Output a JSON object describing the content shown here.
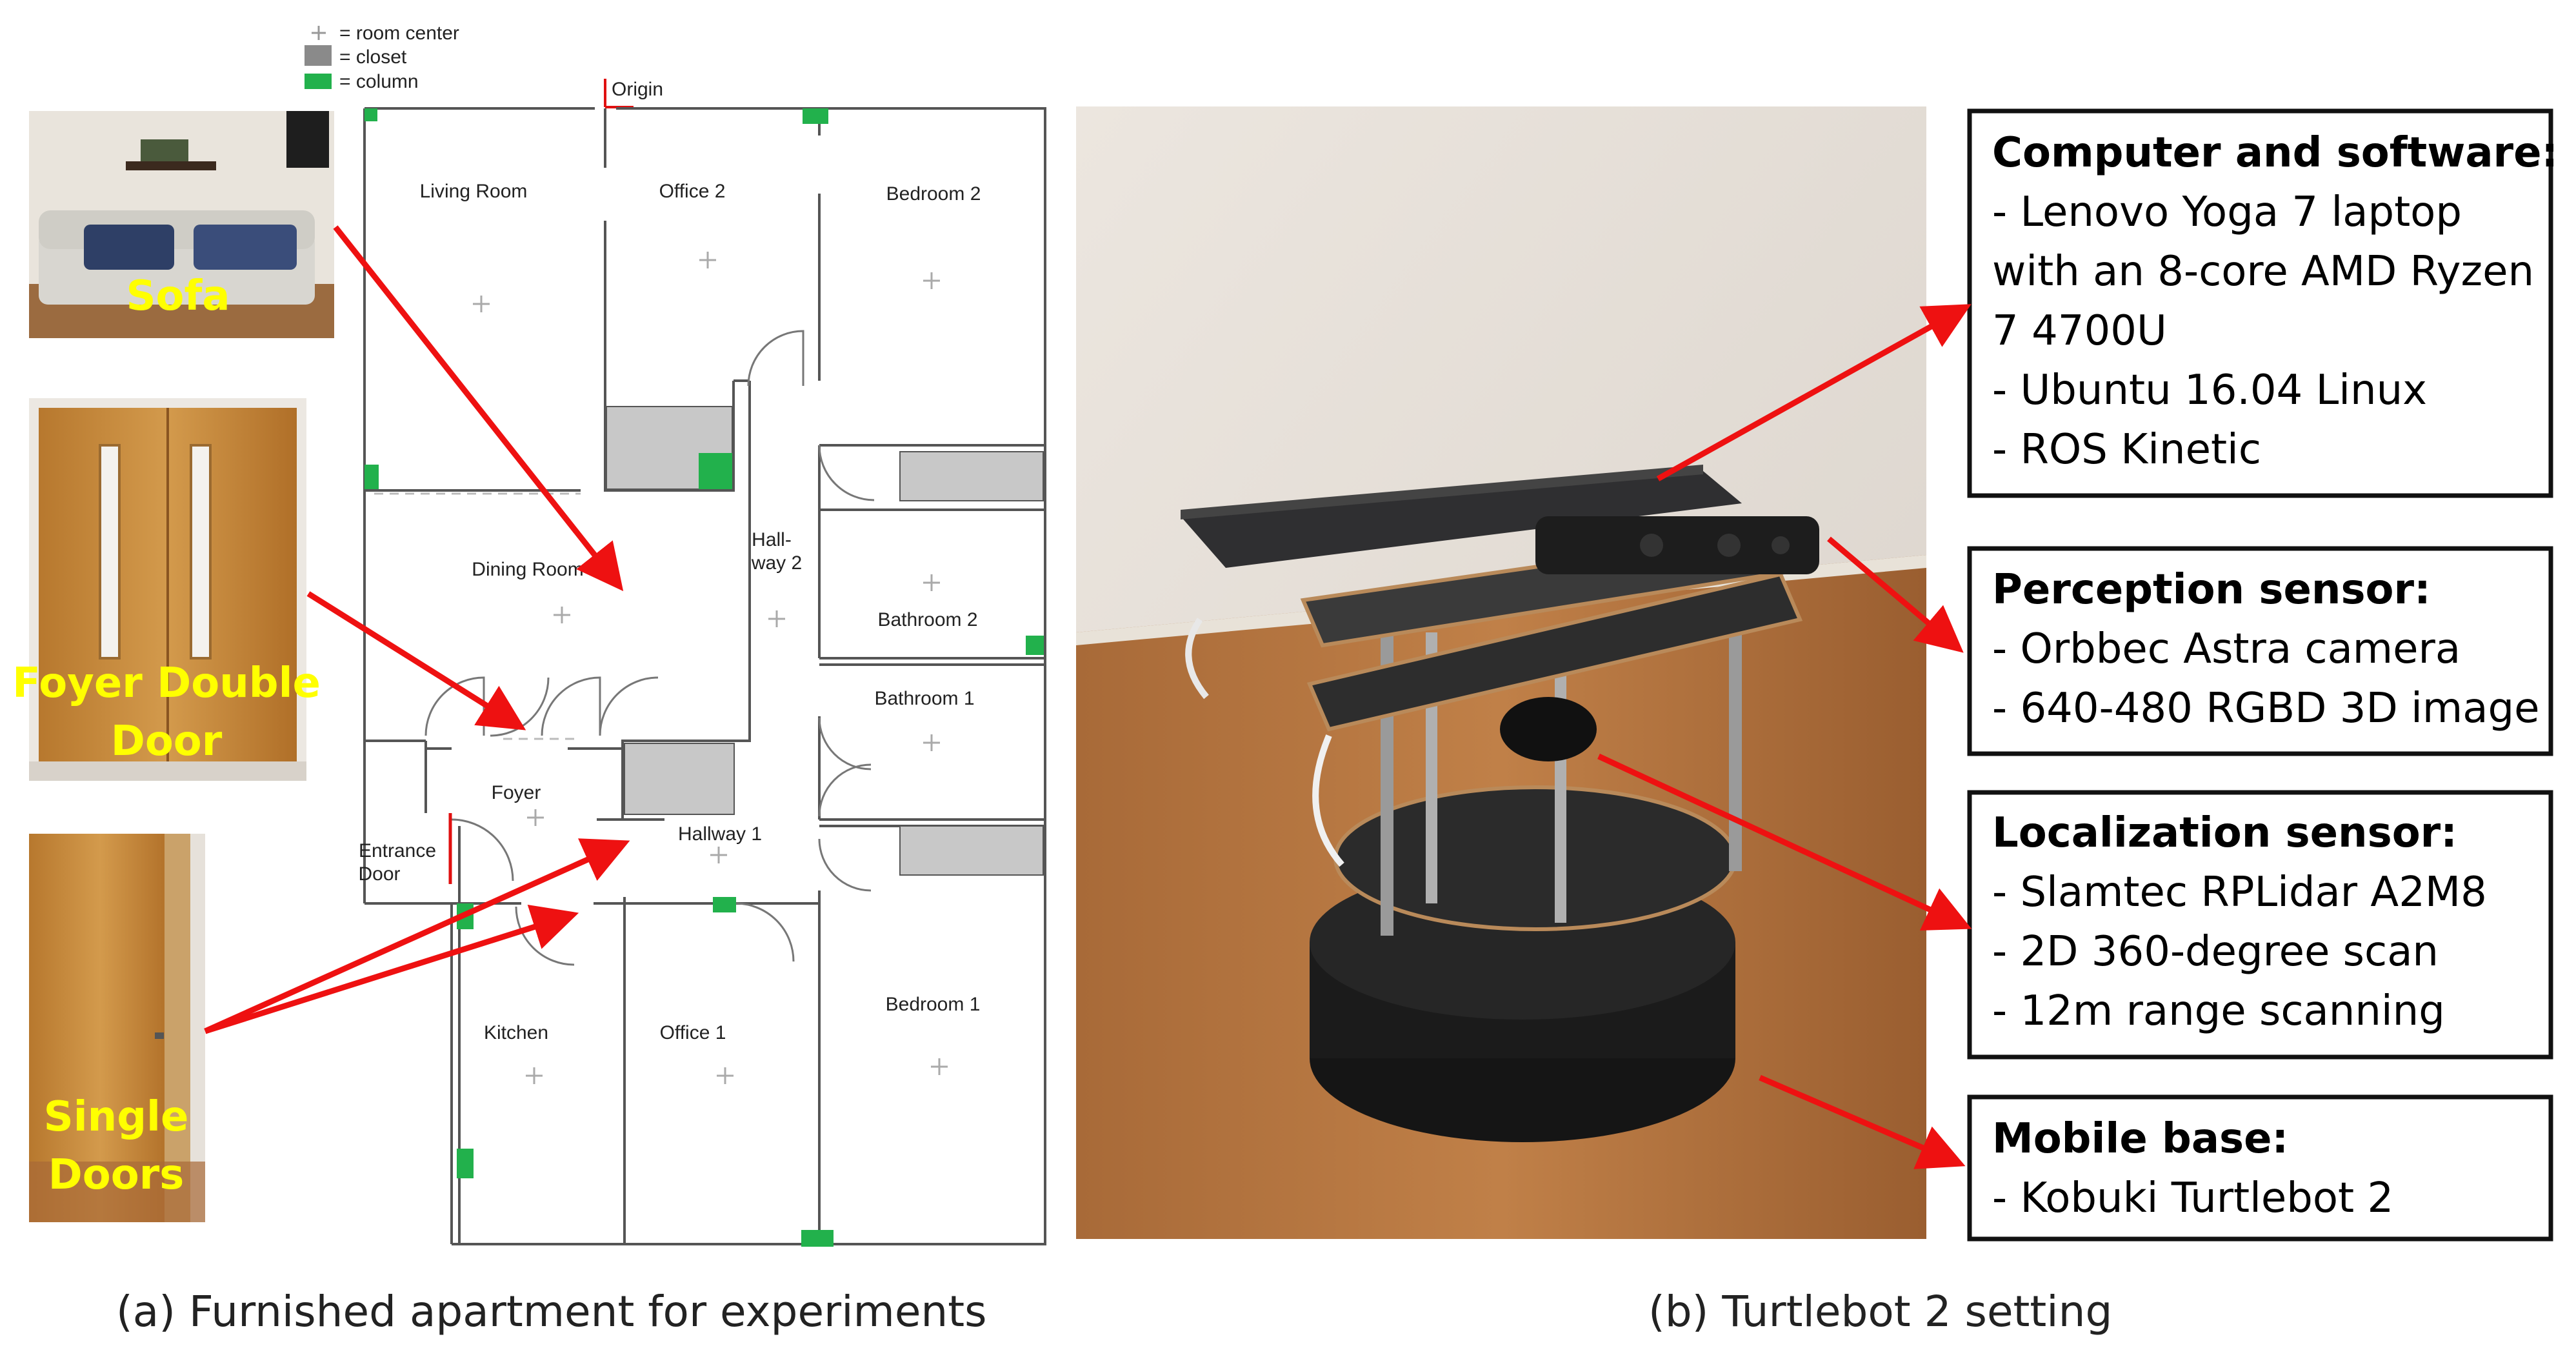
{
  "legend": {
    "room_center": "= room center",
    "closet": "= closet",
    "column": "= column",
    "colors": {
      "closet": "#c8c8c8",
      "column": "#22b14c"
    }
  },
  "plan": {
    "origin": "Origin",
    "rooms": {
      "living_room": "Living Room",
      "office2": "Office 2",
      "bedroom2": "Bedroom 2",
      "hallway2_line1": "Hall-",
      "hallway2_line2": "way 2",
      "dining_room": "Dining Room",
      "bathroom2": "Bathroom 2",
      "bathroom1": "Bathroom 1",
      "foyer": "Foyer",
      "entrance_line1": "Entrance",
      "entrance_line2": "Door",
      "hallway1": "Hallway 1",
      "kitchen": "Kitchen",
      "office1": "Office 1",
      "bedroom1": "Bedroom 1"
    }
  },
  "photos": {
    "sofa": "Sofa",
    "foyer_door_line1": "Foyer Double",
    "foyer_door_line2": "Door",
    "single_doors_line1": "Single",
    "single_doors_line2": "Doors"
  },
  "boxes": {
    "computer": {
      "title": "Computer and software",
      "colon": ":",
      "items": [
        "- Lenovo Yoga 7 laptop",
        "with an 8-core AMD Ryzen",
        "7 4700U",
        "- Ubuntu 16.04 Linux",
        "- ROS Kinetic"
      ]
    },
    "perception": {
      "title": "Perception sensor",
      "colon": ":",
      "items": [
        "- Orbbec Astra camera",
        "- 640-480 RGBD 3D image"
      ]
    },
    "localization": {
      "title": "Localization sensor",
      "colon": ":",
      "items": [
        "- Slamtec RPLidar A2M8",
        "- 2D 360-degree scan",
        "- 12m range scanning"
      ]
    },
    "mobile": {
      "title": "Mobile base",
      "colon": ":",
      "items": [
        "- Kobuki Turtlebot 2"
      ]
    }
  },
  "captions": {
    "a": "(a) Furnished apartment for experiments",
    "b": "(b) Turtlebot 2 setting"
  },
  "accent": "#ee1111"
}
